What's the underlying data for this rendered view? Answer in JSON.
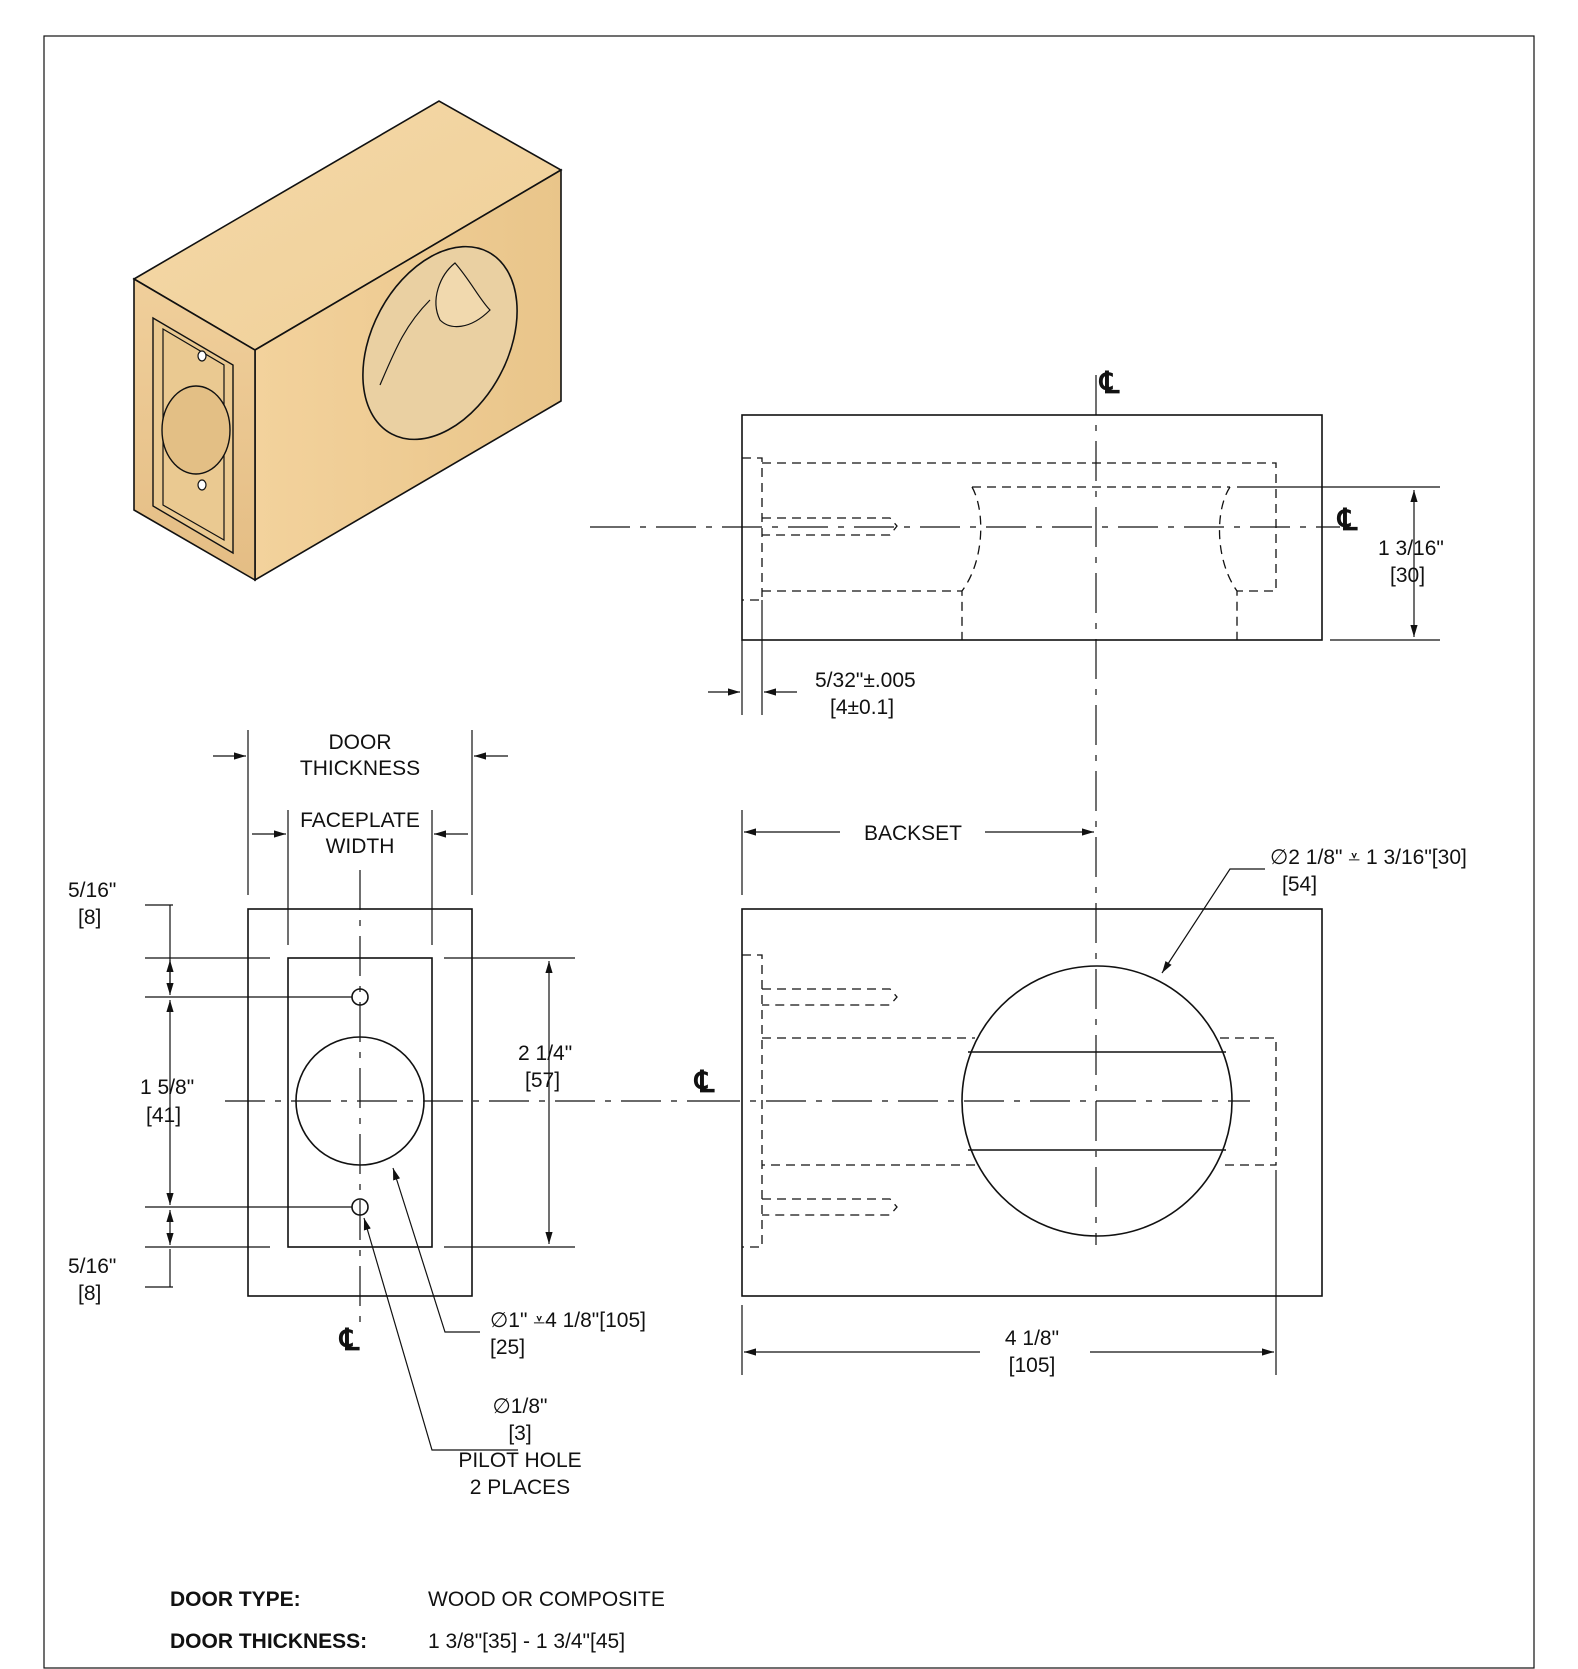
{
  "notes": {
    "door_type_label": "DOOR TYPE:",
    "door_type_value": "WOOD OR COMPOSITE",
    "door_thickness_label": "DOOR THICKNESS:",
    "door_thickness_value": "1 3/8\"[35] - 1 3/4\"[45]"
  },
  "centerline_symbol": "℄",
  "top_view": {
    "height_in": "1 3/16\"",
    "height_mm": "[30]",
    "faceplate_depth_in": "5/32\"±.005",
    "faceplate_depth_mm": "[4±0.1]"
  },
  "edge_view": {
    "door_thickness_line1": "DOOR",
    "door_thickness_line2": "THICKNESS",
    "faceplate_width_line1": "FACEPLATE",
    "faceplate_width_line2": "WIDTH",
    "top_offset_in": "5/16\"",
    "top_offset_mm": "[8]",
    "hole_spacing_in": "1 5/8\"",
    "hole_spacing_mm": "[41]",
    "bottom_offset_in": "5/16\"",
    "bottom_offset_mm": "[8]",
    "faceplate_height_in": "2 1/4\"",
    "faceplate_height_mm": "[57]",
    "bore_callout": "∅1\"  ⩡4 1/8\"[105]",
    "bore_callout_mm": "[25]",
    "pilot_dia": "∅1/8\"",
    "pilot_dia_mm": "[3]",
    "pilot_line1": "PILOT HOLE",
    "pilot_line2": "2 PLACES"
  },
  "face_view": {
    "backset_label": "BACKSET",
    "cross_bore_callout": "∅2 1/8\" ⩡  1 3/16\"[30]",
    "cross_bore_mm": "[54]",
    "depth_in": "4 1/8\"",
    "depth_mm": "[105]"
  }
}
